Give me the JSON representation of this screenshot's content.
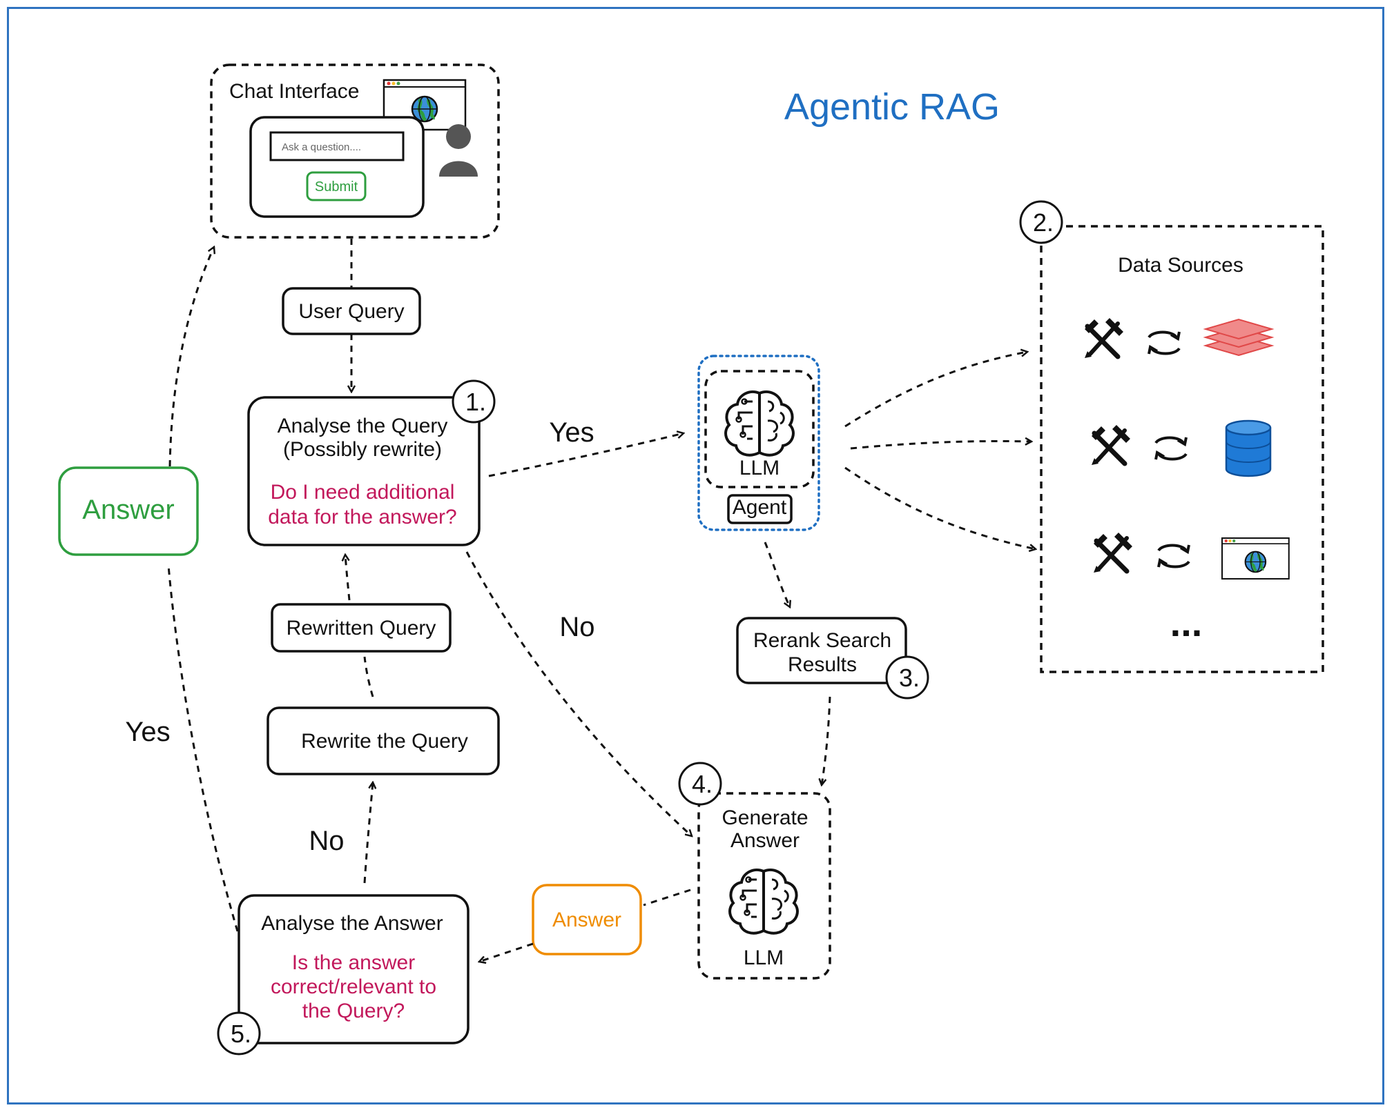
{
  "title": "Agentic RAG",
  "colors": {
    "title": "#1f6fc2",
    "question": "#c2185b",
    "answer_green": "#2e9e3f",
    "answer_orange": "#ef8c00",
    "agent_border": "#1f6fc2",
    "frame": "#2f73c0"
  },
  "chat": {
    "title": "Chat Interface",
    "input_placeholder": "Ask a question....",
    "submit_label": "Submit",
    "icons": [
      "browser-globe-icon",
      "user-icon"
    ]
  },
  "nodes": {
    "user_query": "User Query",
    "analyse_query_line1": "Analyse the Query",
    "analyse_query_line2": "(Possibly rewrite)",
    "analyse_question_line1": "Do I need additional",
    "analyse_question_line2": "data for the answer?",
    "agent_llm": "LLM",
    "agent_label": "Agent",
    "rerank_line1": "Rerank Search",
    "rerank_line2": "Results",
    "rewritten_query": "Rewritten Query",
    "rewrite_the_query": "Rewrite the Query",
    "generate_line1": "Generate",
    "generate_line2": "Answer",
    "generate_llm": "LLM",
    "analyse_answer": "Analyse the Answer",
    "answer_question_line1": "Is the answer",
    "answer_question_line2": "correct/relevant to",
    "answer_question_line3": "the Query?"
  },
  "data_sources": {
    "title": "Data Sources",
    "ellipsis": "...",
    "rows": [
      "vector-store-icon",
      "database-icon",
      "web-browser-icon"
    ]
  },
  "edge_labels": {
    "yes_agent": "Yes",
    "no_generate": "No",
    "no_rewrite": "No",
    "yes_answer": "Yes",
    "answer_green": "Answer",
    "answer_orange": "Answer"
  },
  "badges": [
    "1.",
    "2.",
    "3.",
    "4.",
    "5."
  ]
}
